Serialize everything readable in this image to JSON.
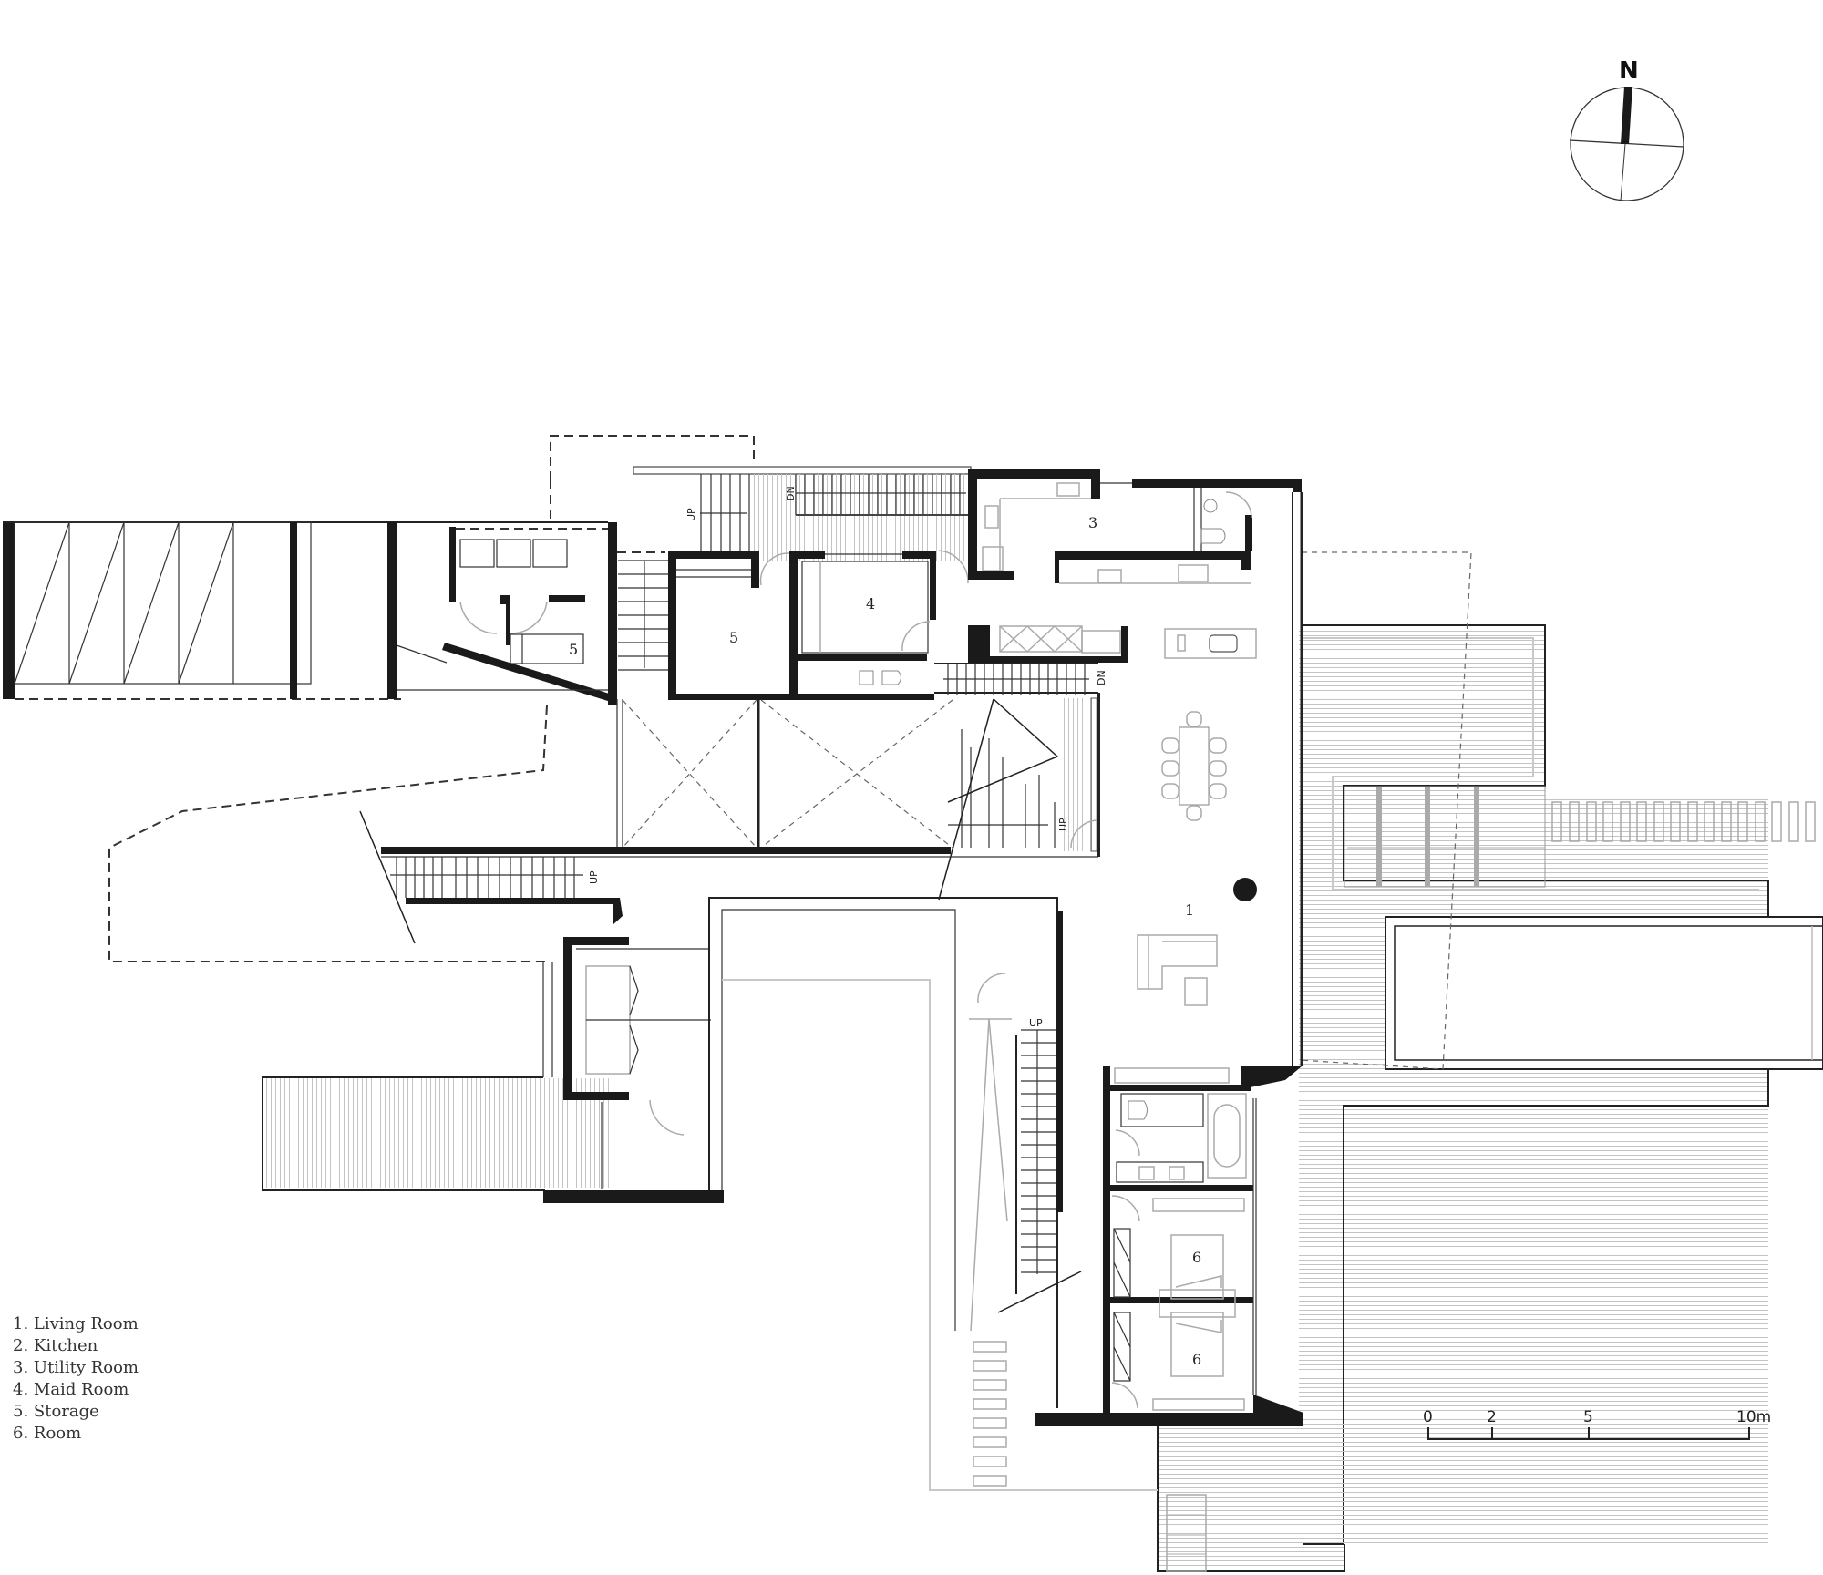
{
  "drawing": {
    "type": "architectural-floor-plan",
    "north_label": "N",
    "scale_bar": {
      "ticks": [
        "0",
        "2",
        "5",
        "10m"
      ]
    },
    "legend": [
      {
        "num": "1",
        "label": "1. Living Room"
      },
      {
        "num": "2",
        "label": "2. Kitchen"
      },
      {
        "num": "3",
        "label": "3. Utility Room"
      },
      {
        "num": "4",
        "label": "4. Maid Room"
      },
      {
        "num": "5",
        "label": "5. Storage"
      },
      {
        "num": "6",
        "label": "6. Room"
      }
    ],
    "room_tags": {
      "living": "1",
      "utility": "3",
      "maid": "4",
      "storage_a": "5",
      "storage_b": "5",
      "room_a": "6",
      "room_b": "6"
    },
    "stair_labels": {
      "north_up": "UP",
      "north_dn": "DN",
      "mid_dn": "DN",
      "mid_up": "UP",
      "west_up": "UP",
      "south_up": "UP"
    },
    "colors": {
      "wall": "#1a1a1a",
      "line": "#222222",
      "deck_hatch": "#c8c8c8",
      "background": "#ffffff"
    }
  }
}
